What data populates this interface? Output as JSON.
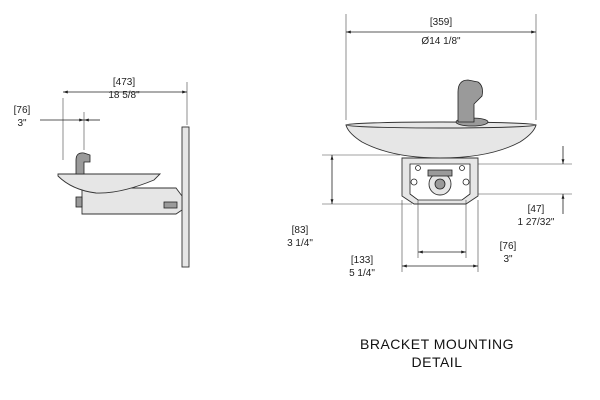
{
  "side_view": {
    "width_mm": "[473]",
    "width_in": "18 5/8\"",
    "offset_mm": "[76]",
    "offset_in": "3\""
  },
  "front_view": {
    "bowl_diameter_mm": "[359]",
    "bowl_diameter_in": "Ø14 1/8\"",
    "bracket_height_mm": "[83]",
    "bracket_height_in": "3 1/4\"",
    "bracket_width_mm": "[133]",
    "bracket_width_in": "5 1/4\"",
    "hole_spacing_mm": "[76]",
    "hole_spacing_in": "3\"",
    "hole_offset_mm": "[47]",
    "hole_offset_in": "1 27/32\""
  },
  "caption": {
    "line1": "BRACKET MOUNTING",
    "line2": "DETAIL"
  }
}
